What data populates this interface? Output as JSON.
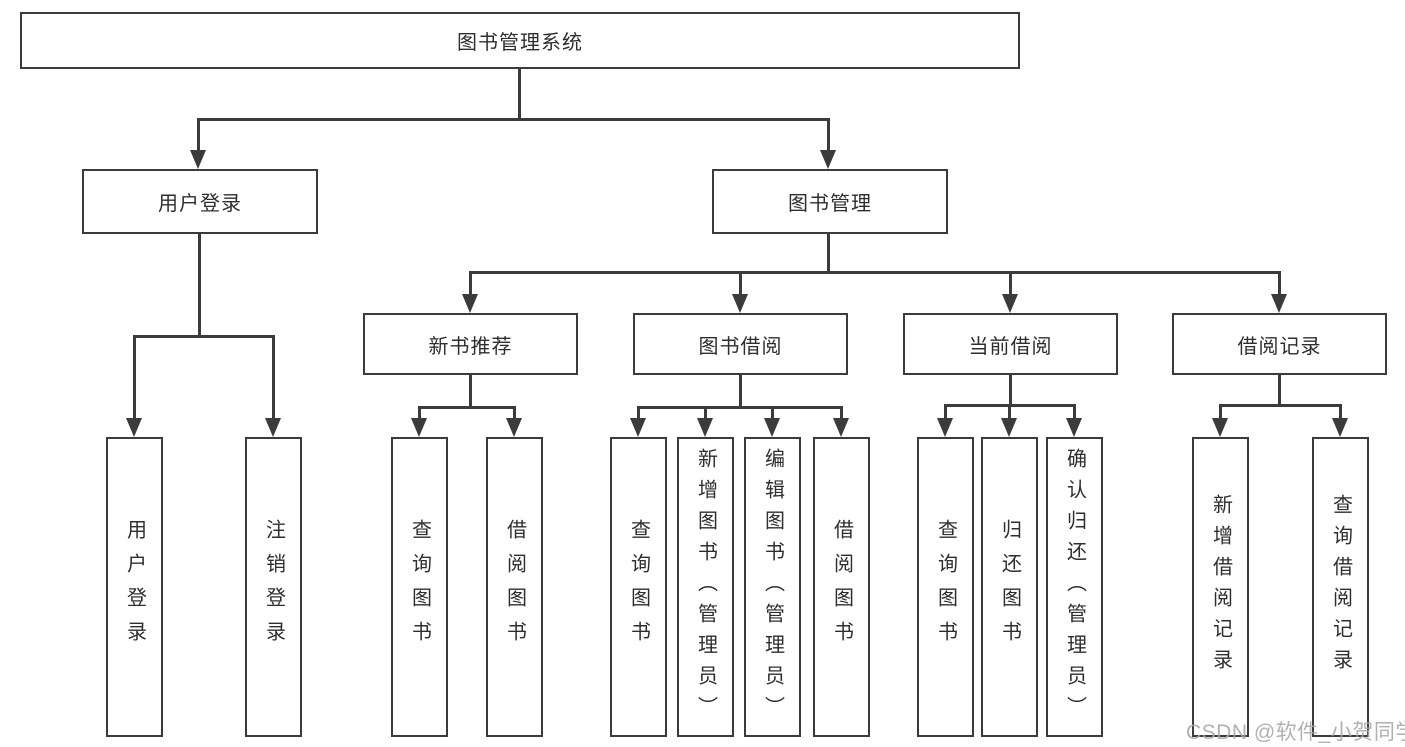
{
  "diagram": {
    "title": "图书管理系统",
    "root": {
      "label": "图书管理系统"
    },
    "branches": [
      {
        "label": "用户登录",
        "children": [
          {
            "label": "用户登录"
          },
          {
            "label": "注销登录"
          }
        ]
      },
      {
        "label": "图书管理",
        "children": [
          {
            "label": "新书推荐",
            "children": [
              {
                "label": "查询图书"
              },
              {
                "label": "借阅图书"
              }
            ]
          },
          {
            "label": "图书借阅",
            "children": [
              {
                "label": "查询图书"
              },
              {
                "label": "新增图书（管理员）"
              },
              {
                "label": "编辑图书（管理员）"
              },
              {
                "label": "借阅图书"
              }
            ]
          },
          {
            "label": "当前借阅",
            "children": [
              {
                "label": "查询图书"
              },
              {
                "label": "归还图书"
              },
              {
                "label": "确认归还（管理员）"
              }
            ]
          },
          {
            "label": "借阅记录",
            "children": [
              {
                "label": "新增借阅记录"
              },
              {
                "label": "查询借阅记录"
              }
            ]
          }
        ]
      }
    ],
    "watermark": "CSDN @软件_小贺同学",
    "colors": {
      "line": "#3b3b3b",
      "box_background": "#ffffff",
      "text": "#2e2e2e",
      "watermark": "#a8a8a8",
      "page_background": "#ffffff"
    }
  }
}
